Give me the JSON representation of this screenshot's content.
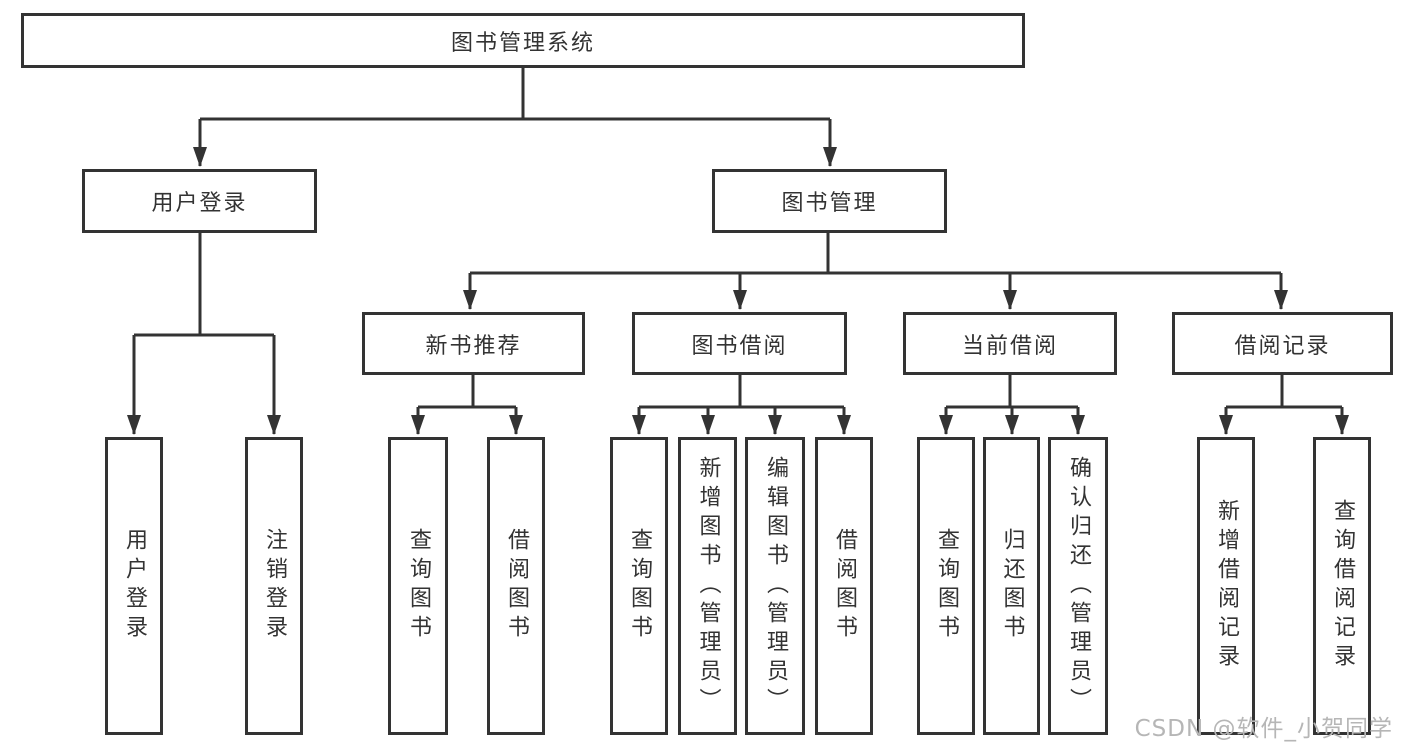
{
  "diagram": {
    "root": {
      "label": "图书管理系统"
    },
    "branches": {
      "user_login": {
        "label": "用户登录",
        "children": [
          "用户登录",
          "注销登录"
        ]
      },
      "book_management": {
        "label": "图书管理",
        "sections": {
          "new_book_recommendation": {
            "label": "新书推荐",
            "children": [
              "查询图书",
              "借阅图书"
            ]
          },
          "book_borrowing": {
            "label": "图书借阅",
            "children": [
              "查询图书",
              "新增图书（管理员）",
              "编辑图书（管理员）",
              "借阅图书"
            ]
          },
          "current_borrowing": {
            "label": "当前借阅",
            "children": [
              "查询图书",
              "归还图书",
              "确认归还（管理员）"
            ]
          },
          "borrowing_records": {
            "label": "借阅记录",
            "children": [
              "新增借阅记录",
              "查询借阅记录"
            ]
          }
        }
      }
    },
    "watermark": "CSDN @软件_小贺同学"
  },
  "colors": {
    "line": "#333333",
    "text": "#333333",
    "node_background": "#ffffff",
    "watermark": "#b6b6b6"
  }
}
